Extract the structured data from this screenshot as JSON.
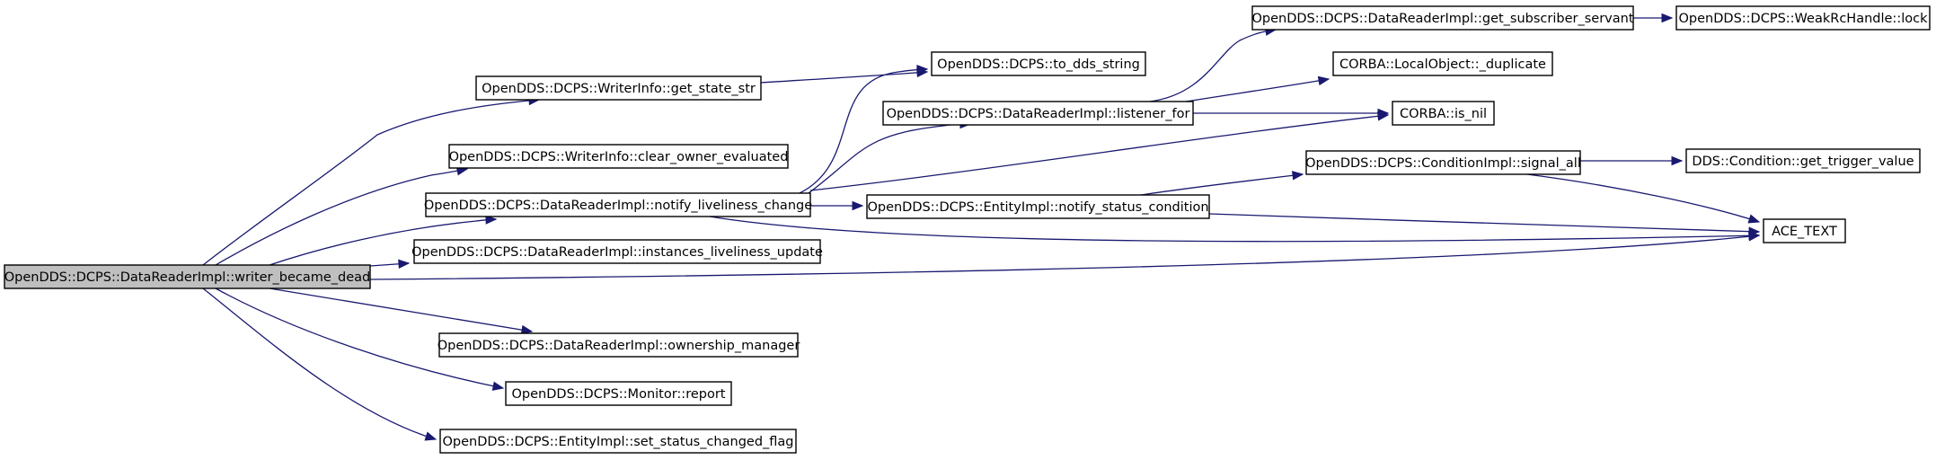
{
  "graph": {
    "nodes": [
      {
        "id": "root",
        "label": "OpenDDS::DCPS::DataReaderImpl::writer_became_dead",
        "root": true
      },
      {
        "id": "get_state_str",
        "label": "OpenDDS::DCPS::WriterInfo::get_state_str"
      },
      {
        "id": "clear_owner",
        "label": "OpenDDS::DCPS::WriterInfo::clear_owner_evaluated"
      },
      {
        "id": "notify_liveliness",
        "label": "OpenDDS::DCPS::DataReaderImpl::notify_liveliness_change"
      },
      {
        "id": "instances_liveliness",
        "label": "OpenDDS::DCPS::DataReaderImpl::instances_liveliness_update"
      },
      {
        "id": "ownership_manager",
        "label": "OpenDDS::DCPS::DataReaderImpl::ownership_manager"
      },
      {
        "id": "monitor_report",
        "label": "OpenDDS::DCPS::Monitor::report"
      },
      {
        "id": "set_status_changed",
        "label": "OpenDDS::DCPS::EntityImpl::set_status_changed_flag"
      },
      {
        "id": "to_dds_string",
        "label": "OpenDDS::DCPS::to_dds_string"
      },
      {
        "id": "listener_for",
        "label": "OpenDDS::DCPS::DataReaderImpl::listener_for"
      },
      {
        "id": "notify_status_condition",
        "label": "OpenDDS::DCPS::EntityImpl::notify_status_condition"
      },
      {
        "id": "get_subscriber_servant",
        "label": "OpenDDS::DCPS::DataReaderImpl::get_subscriber_servant"
      },
      {
        "id": "weak_lock",
        "label": "OpenDDS::DCPS::WeakRcHandle::lock"
      },
      {
        "id": "corba_duplicate",
        "label": "CORBA::LocalObject::_duplicate"
      },
      {
        "id": "corba_is_nil",
        "label": "CORBA::is_nil"
      },
      {
        "id": "signal_all",
        "label": "OpenDDS::DCPS::ConditionImpl::signal_all"
      },
      {
        "id": "get_trigger_value",
        "label": "DDS::Condition::get_trigger_value"
      },
      {
        "id": "ace_text",
        "label": "ACE_TEXT"
      }
    ],
    "edges": [
      {
        "from": "root",
        "to": "get_state_str"
      },
      {
        "from": "root",
        "to": "clear_owner"
      },
      {
        "from": "root",
        "to": "notify_liveliness"
      },
      {
        "from": "root",
        "to": "instances_liveliness"
      },
      {
        "from": "root",
        "to": "ace_text"
      },
      {
        "from": "root",
        "to": "ownership_manager"
      },
      {
        "from": "root",
        "to": "monitor_report"
      },
      {
        "from": "root",
        "to": "set_status_changed"
      },
      {
        "from": "get_state_str",
        "to": "to_dds_string"
      },
      {
        "from": "notify_liveliness",
        "to": "to_dds_string"
      },
      {
        "from": "notify_liveliness",
        "to": "listener_for"
      },
      {
        "from": "notify_liveliness",
        "to": "corba_is_nil"
      },
      {
        "from": "notify_liveliness",
        "to": "notify_status_condition"
      },
      {
        "from": "notify_liveliness",
        "to": "ace_text"
      },
      {
        "from": "listener_for",
        "to": "get_subscriber_servant"
      },
      {
        "from": "listener_for",
        "to": "corba_duplicate"
      },
      {
        "from": "listener_for",
        "to": "corba_is_nil"
      },
      {
        "from": "get_subscriber_servant",
        "to": "weak_lock"
      },
      {
        "from": "notify_status_condition",
        "to": "signal_all"
      },
      {
        "from": "notify_status_condition",
        "to": "ace_text"
      },
      {
        "from": "signal_all",
        "to": "get_trigger_value"
      },
      {
        "from": "signal_all",
        "to": "ace_text"
      }
    ]
  }
}
